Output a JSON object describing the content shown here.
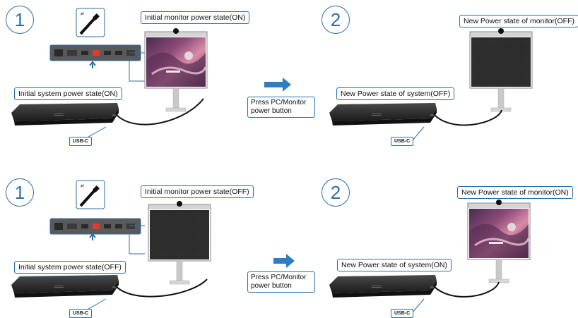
{
  "top": {
    "step1_number": "1",
    "step2_number": "2",
    "initial_monitor_label": "Initial monitor power state(ON)",
    "initial_system_label": "Initial system power state(ON)",
    "new_monitor_label": "New Power state of monitor(OFF)",
    "new_system_label": "New Power state of system(OFF)",
    "press_line1": "Press PC/Monitor",
    "press_line2": "power button",
    "usbc_left": "USB-C",
    "usbc_right": "USB-C",
    "initial_monitor_screen": "on",
    "new_monitor_screen": "off"
  },
  "bottom": {
    "step1_number": "1",
    "step2_number": "2",
    "initial_monitor_label": "Initial monitor power state(OFF)",
    "initial_system_label": "Initial system power state(OFF)",
    "new_monitor_label": "New Power state of monitor(ON)",
    "new_system_label": "New Power state of system(ON)",
    "press_line1": "Press PC/Monitor",
    "press_line2": "power button",
    "usbc_left": "USB-C",
    "usbc_right": "USB-C",
    "initial_monitor_screen": "off",
    "new_monitor_screen": "on"
  },
  "colors": {
    "accent": "#2b6ea8",
    "arrow": "#2f7dc1",
    "callout_red": "#e23b2e",
    "screen_off": "#2c2c2c",
    "dock": "#2a2a2a"
  }
}
